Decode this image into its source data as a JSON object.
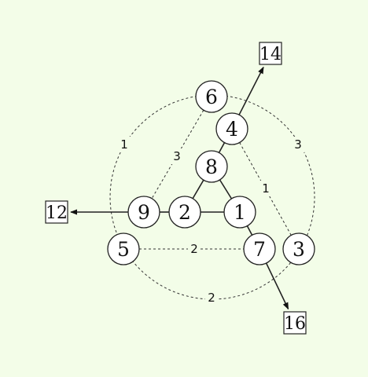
{
  "diagram": {
    "nodes": [
      {
        "id": "6",
        "label": "6"
      },
      {
        "id": "4",
        "label": "4"
      },
      {
        "id": "8",
        "label": "8"
      },
      {
        "id": "9",
        "label": "9"
      },
      {
        "id": "2",
        "label": "2"
      },
      {
        "id": "1",
        "label": "1"
      },
      {
        "id": "5",
        "label": "5"
      },
      {
        "id": "7",
        "label": "7"
      },
      {
        "id": "3",
        "label": "3"
      }
    ],
    "terminals": [
      {
        "id": "t14",
        "label": "14"
      },
      {
        "id": "t12",
        "label": "12"
      },
      {
        "id": "t16",
        "label": "16"
      }
    ],
    "solid_edges": [
      {
        "from": "8",
        "to": "2"
      },
      {
        "from": "8",
        "to": "1"
      },
      {
        "from": "2",
        "to": "1"
      },
      {
        "from": "8",
        "to": "4"
      },
      {
        "from": "9",
        "to": "2"
      },
      {
        "from": "1",
        "to": "7"
      }
    ],
    "arrows": [
      {
        "from": "4",
        "to": "t14"
      },
      {
        "from": "9",
        "to": "t12"
      },
      {
        "from": "7",
        "to": "t16"
      }
    ],
    "dashed_edges": [
      {
        "from": "6",
        "to": "9",
        "label": "3"
      },
      {
        "from": "4",
        "to": "3",
        "label": "1"
      },
      {
        "from": "5",
        "to": "7",
        "label": "2"
      }
    ],
    "ring_arcs": [
      {
        "from": "6",
        "to": "5",
        "label": "1"
      },
      {
        "from": "6",
        "to": "3",
        "label": "3"
      },
      {
        "from": "5",
        "to": "3",
        "label": "2"
      }
    ]
  }
}
